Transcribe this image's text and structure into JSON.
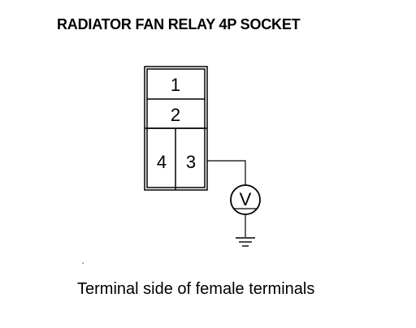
{
  "title": "RADIATOR FAN RELAY 4P SOCKET",
  "caption": "Terminal side of female terminals",
  "socket": {
    "terminals": [
      {
        "id": "1",
        "label": "1"
      },
      {
        "id": "2",
        "label": "2"
      },
      {
        "id": "4",
        "label": "4"
      },
      {
        "id": "3",
        "label": "3"
      }
    ]
  },
  "meter": {
    "symbol": "V",
    "type": "voltmeter"
  },
  "ground": {
    "symbol_name": "ground-icon"
  },
  "colors": {
    "line": "#000000",
    "background": "#ffffff"
  }
}
